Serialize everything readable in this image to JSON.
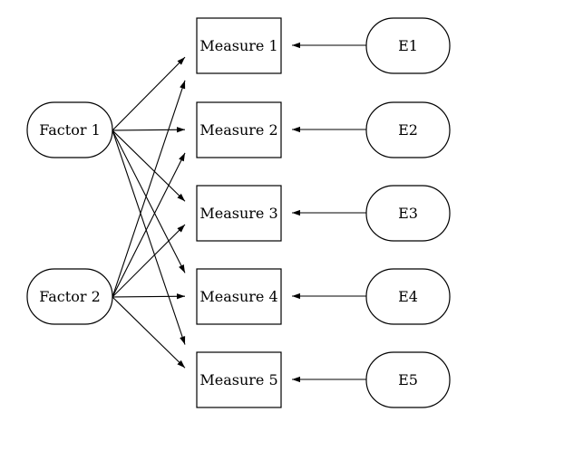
{
  "factors": [
    {
      "id": "f1",
      "label": "Factor 1"
    },
    {
      "id": "f2",
      "label": "Factor 2"
    }
  ],
  "measures": [
    {
      "id": "m1",
      "label": "Measure 1"
    },
    {
      "id": "m2",
      "label": "Measure 2"
    },
    {
      "id": "m3",
      "label": "Measure 3"
    },
    {
      "id": "m4",
      "label": "Measure 4"
    },
    {
      "id": "m5",
      "label": "Measure 5"
    }
  ],
  "errors": [
    {
      "id": "e1",
      "label": "E1",
      "target": "m1"
    },
    {
      "id": "e2",
      "label": "E2",
      "target": "m2"
    },
    {
      "id": "e3",
      "label": "E3",
      "target": "m3"
    },
    {
      "id": "e4",
      "label": "E4",
      "target": "m4"
    },
    {
      "id": "e5",
      "label": "E5",
      "target": "m5"
    }
  ],
  "loadings": [
    {
      "from": "f1",
      "to": "m1"
    },
    {
      "from": "f1",
      "to": "m2"
    },
    {
      "from": "f1",
      "to": "m3"
    },
    {
      "from": "f1",
      "to": "m4"
    },
    {
      "from": "f1",
      "to": "m5"
    },
    {
      "from": "f2",
      "to": "m1"
    },
    {
      "from": "f2",
      "to": "m2"
    },
    {
      "from": "f2",
      "to": "m3"
    },
    {
      "from": "f2",
      "to": "m4"
    },
    {
      "from": "f2",
      "to": "m5"
    }
  ]
}
